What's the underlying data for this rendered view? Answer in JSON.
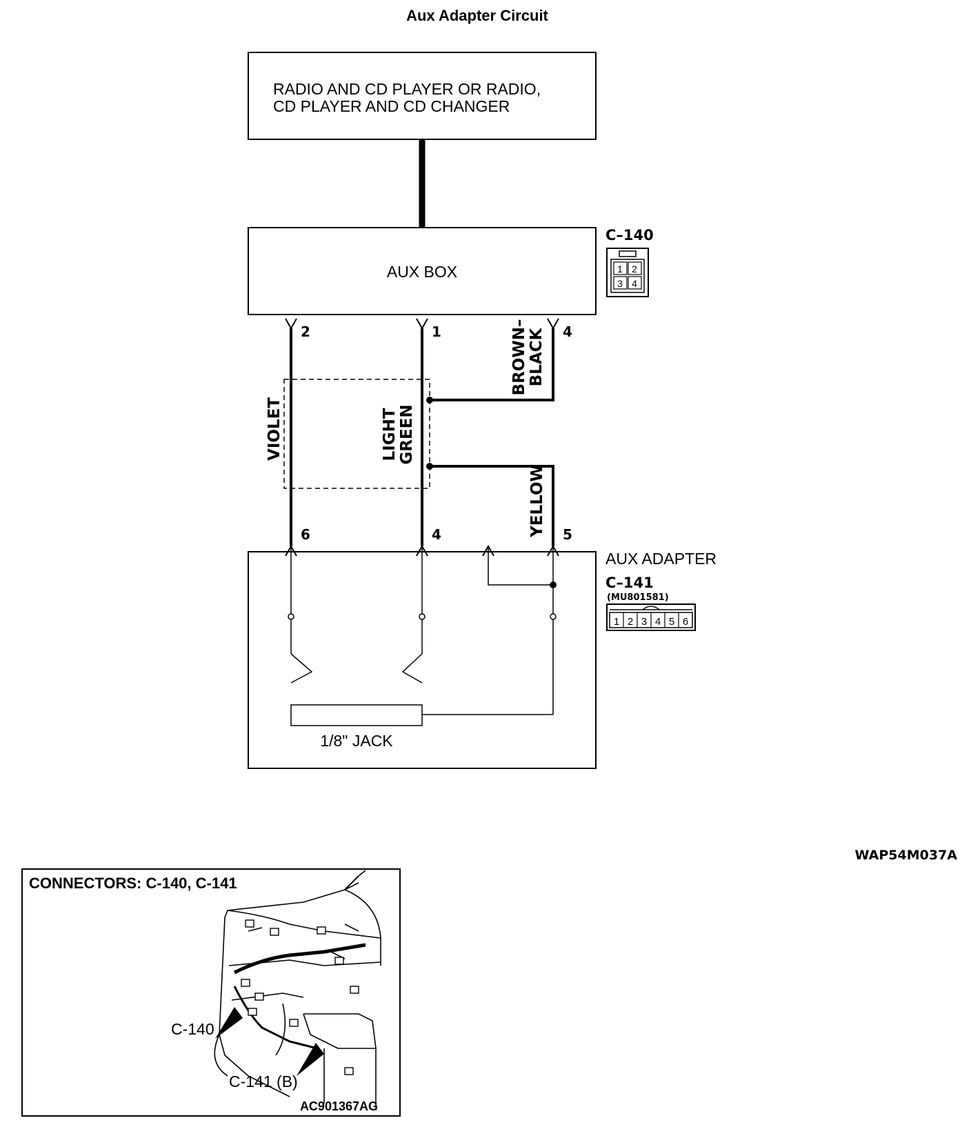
{
  "title": "Aux Adapter Circuit",
  "radio_box": {
    "line1": "RADIO AND CD PLAYER OR RADIO,",
    "line2": "CD PLAYER AND CD CHANGER"
  },
  "aux_box": {
    "label": "AUX BOX",
    "connector": "C–140",
    "pins_top": [
      "1",
      "2"
    ],
    "pins_bottom": [
      "3",
      "4"
    ]
  },
  "wires": {
    "violet": {
      "color_name": "VIOLET",
      "pin_top": "2",
      "pin_bottom": "6"
    },
    "light_green": {
      "color_line1": "LIGHT",
      "color_line2": "GREEN",
      "pin_top": "1",
      "pin_bottom": "4"
    },
    "brown_black": {
      "color_line1": "BROWN–",
      "color_line2": "BLACK",
      "pin_top": "4"
    },
    "yellow": {
      "color_name": "YELLOW",
      "pin_bottom": "5"
    }
  },
  "aux_adapter": {
    "label": "AUX ADAPTER",
    "connector": "C–141",
    "part_number": "(MU801581)",
    "pins": [
      "1",
      "2",
      "3",
      "4",
      "5",
      "6"
    ],
    "jack_label": "1/8\" JACK"
  },
  "figure_code": "WAP54M037A",
  "inset": {
    "title": "CONNECTORS: C-140, C-141",
    "callout_c140": "C-140",
    "callout_c141": "C-141 (B)",
    "image_code": "AC901367AG"
  }
}
